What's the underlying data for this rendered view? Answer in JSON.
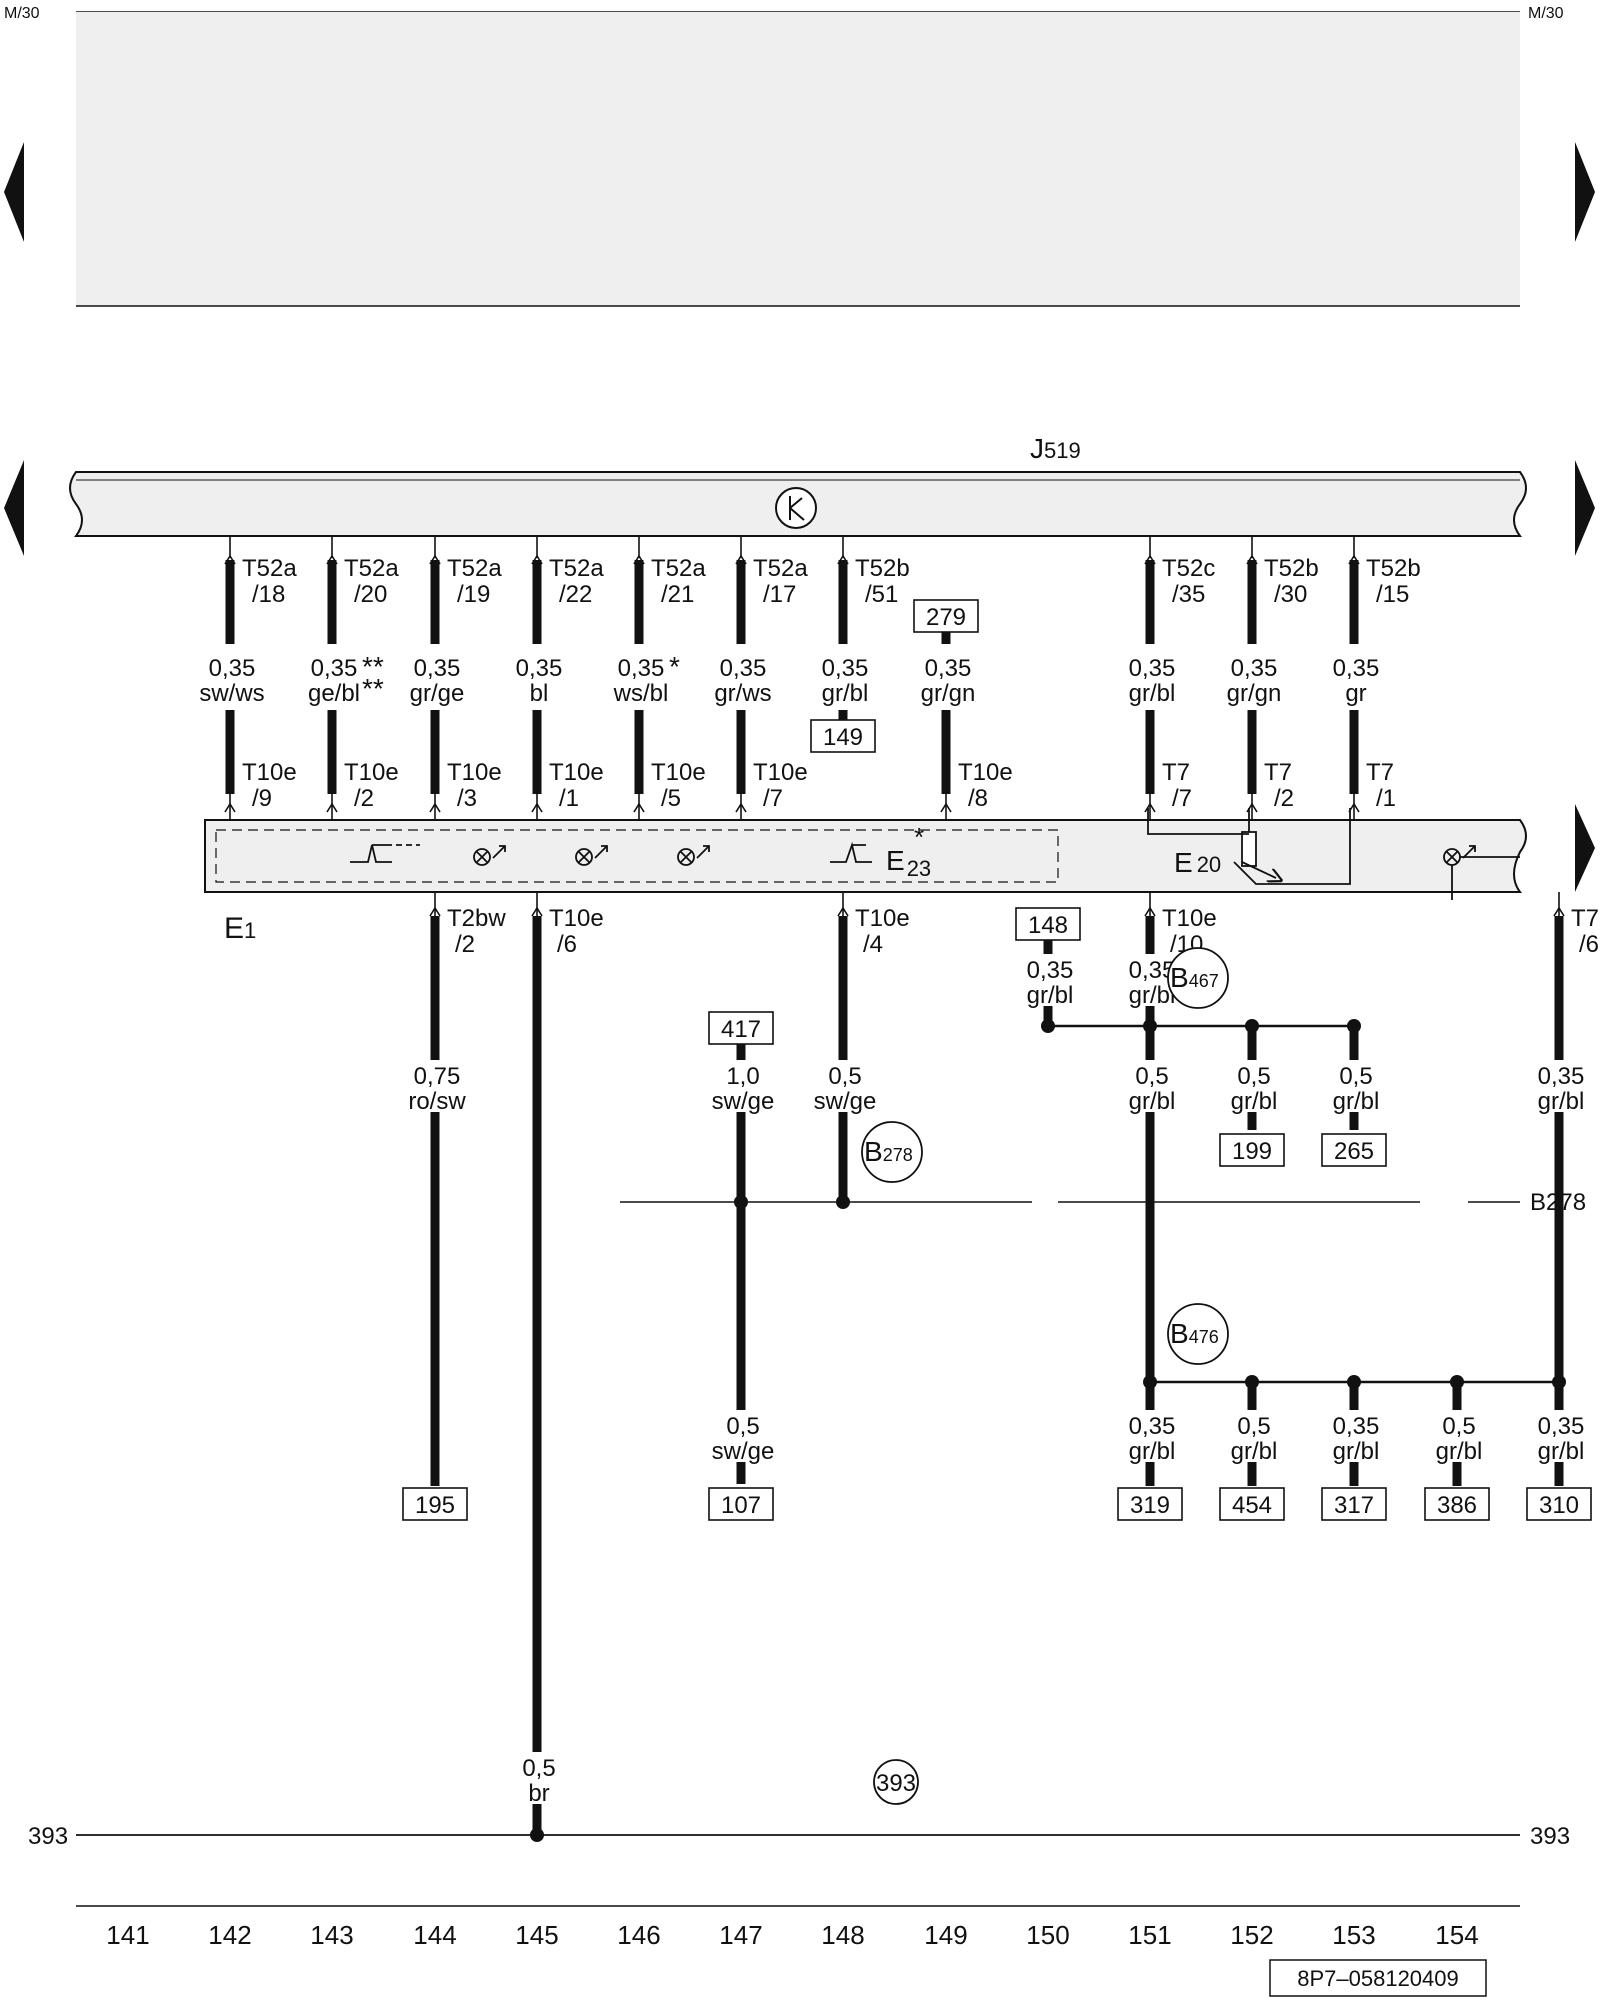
{
  "header": {
    "left_label": "M/30",
    "right_label": "M/30"
  },
  "main_component": {
    "name": "J",
    "sub": "519"
  },
  "row1_terminals": [
    {
      "conn": "T52a",
      "pin": "/18",
      "size": "0,35",
      "color": "sw/ws",
      "conn2": "T10e",
      "pin2": "/9"
    },
    {
      "conn": "T52a",
      "pin": "/20",
      "size": "0,35",
      "color": "ge/bl",
      "marks": "**\n**",
      "conn2": "T10e",
      "pin2": "/2"
    },
    {
      "conn": "T52a",
      "pin": "/19",
      "size": "0,35",
      "color": "gr/ge",
      "conn2": "T10e",
      "pin2": "/3"
    },
    {
      "conn": "T52a",
      "pin": "/22",
      "size": "0,35",
      "color": "bl",
      "conn2": "T10e",
      "pin2": "/1"
    },
    {
      "conn": "T52a",
      "pin": "/21",
      "size": "0,35",
      "color": "ws/bl",
      "marks": "*",
      "conn2": "T10e",
      "pin2": "/5"
    },
    {
      "conn": "T52a",
      "pin": "/17",
      "size": "0,35",
      "color": "gr/ws",
      "conn2": "T10e",
      "pin2": "/7"
    },
    {
      "conn": "T52b",
      "pin": "/51",
      "size": "0,35",
      "color": "gr/bl",
      "ref": "149"
    },
    {
      "ref_top": "279",
      "size": "0,35",
      "color": "gr/gn",
      "conn2": "T10e",
      "pin2": "/8"
    },
    {
      "conn": "T52c",
      "pin": "/35",
      "size": "0,35",
      "color": "gr/bl",
      "conn2": "T7",
      "pin2": "/7"
    },
    {
      "conn": "T52b",
      "pin": "/30",
      "size": "0,35",
      "color": "gr/gn",
      "conn2": "T7",
      "pin2": "/2"
    },
    {
      "conn": "T52b",
      "pin": "/15",
      "size": "0,35",
      "color": "gr",
      "conn2": "T7",
      "pin2": "/1"
    }
  ],
  "switch_unit": {
    "e1": "E",
    "e1_sub": "1",
    "e23": "E",
    "e23_sub": "23",
    "e23_mark": "*",
    "e20": "E",
    "e20_sub": "20"
  },
  "lower_terminals": [
    {
      "conn": "T2bw",
      "pin": "/2",
      "size": "0,75",
      "color": "ro/sw",
      "ref": "195"
    },
    {
      "conn": "T10e",
      "pin": "/6",
      "size": "0,5",
      "color": "br"
    },
    {
      "conn": "T10e",
      "pin": "/4",
      "size": "0,5",
      "color": "sw/ge"
    },
    {
      "conn": "T10e",
      "pin": "/10",
      "size": "0,35",
      "color": "gr/bl"
    },
    {
      "conn": "T7",
      "pin": "/6",
      "size": "0,35",
      "color": "gr/bl"
    }
  ],
  "node_b467": {
    "label": "B",
    "sub": "467",
    "ref_left": "148",
    "left_size": "0,35",
    "left_color": "gr/bl",
    "branches": [
      {
        "size": "0,5",
        "color": "gr/bl",
        "ref": "199"
      },
      {
        "size": "0,5",
        "color": "gr/bl",
        "ref": "265"
      }
    ],
    "down_size": "0,5",
    "down_color": "gr/bl"
  },
  "node_b278": {
    "label": "B",
    "sub": "278",
    "right_label": "B278",
    "ref_in": "417",
    "in_size": "1,0",
    "in_color": "sw/ge",
    "out_size": "0,5",
    "out_color": "sw/ge",
    "out_ref": "107"
  },
  "node_b476": {
    "label": "B",
    "sub": "476",
    "branches": [
      {
        "size": "0,35",
        "color": "gr/bl",
        "ref": "319"
      },
      {
        "size": "0,5",
        "color": "gr/bl",
        "ref": "454"
      },
      {
        "size": "0,35",
        "color": "gr/bl",
        "ref": "317"
      },
      {
        "size": "0,5",
        "color": "gr/bl",
        "ref": "386"
      },
      {
        "size": "0,35",
        "color": "gr/bl",
        "ref": "310"
      }
    ]
  },
  "ground": {
    "label": "393",
    "left_label": "393",
    "right_label": "393"
  },
  "footer": {
    "tracks": [
      "141",
      "142",
      "143",
      "144",
      "145",
      "146",
      "147",
      "148",
      "149",
      "150",
      "151",
      "152",
      "153",
      "154"
    ],
    "doc_id": "8P7–058120409"
  }
}
